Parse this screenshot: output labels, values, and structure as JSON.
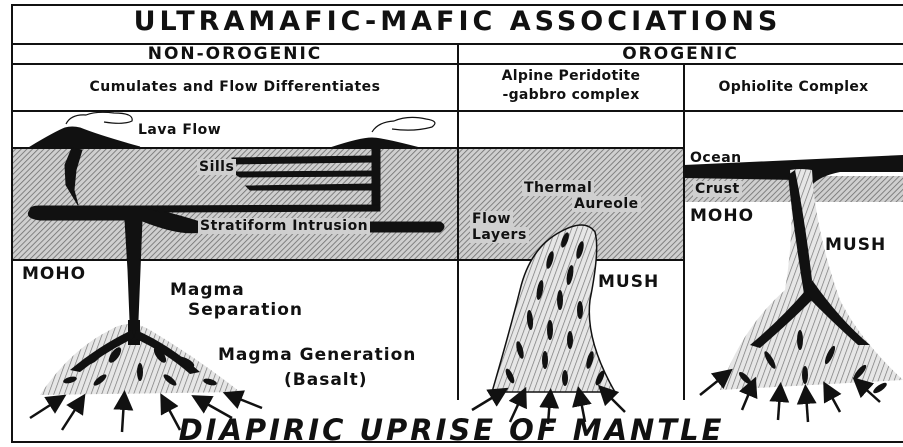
{
  "title": "ULTRAMAFIC-MAFIC ASSOCIATIONS",
  "categories": {
    "non_orogenic": "NON-OROGENIC",
    "orogenic": "OROGENIC"
  },
  "columns": {
    "cumulates": "Cumulates and Flow Differentiates",
    "alpine_line1": "Alpine Peridotite",
    "alpine_line2": "-gabbro complex",
    "ophiolite": "Ophiolite Complex"
  },
  "labels": {
    "lava_flow": "Lava Flow",
    "sills": "Sills",
    "stratiform": "Stratiform Intrusion",
    "moho_left": "MOHO",
    "magma_sep_1": "Magma",
    "magma_sep_2": "Separation",
    "magma_gen_1": "Magma Generation",
    "magma_gen_2": "(Basalt)",
    "thermal_1": "Thermal",
    "thermal_2": "Aureole",
    "flow_1": "Flow",
    "flow_2": "Layers",
    "mush_mid": "MUSH",
    "ocean": "Ocean",
    "crust": "Crust",
    "moho_right": "MOHO",
    "mush_right": "MUSH"
  },
  "footer": "DIAPIRIC UPRISE OF MANTLE",
  "colors": {
    "ink": "#111111",
    "shade": "#b8b8b8"
  }
}
